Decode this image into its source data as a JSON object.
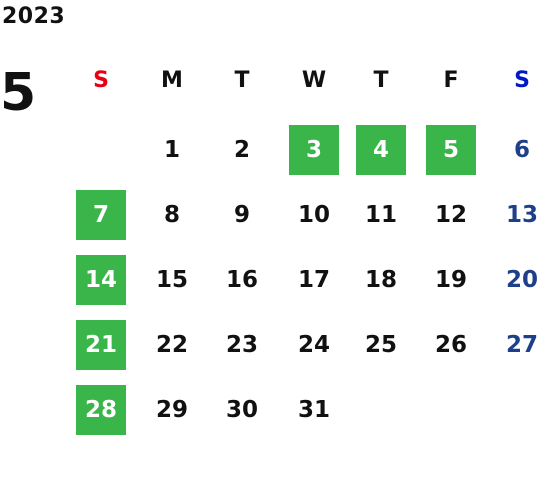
{
  "calendar": {
    "year": "2023",
    "month": "5",
    "weekdays": [
      {
        "label": "S",
        "color": "#e60012"
      },
      {
        "label": "M",
        "color": "#111111"
      },
      {
        "label": "T",
        "color": "#111111"
      },
      {
        "label": "W",
        "color": "#111111"
      },
      {
        "label": "T",
        "color": "#111111"
      },
      {
        "label": "F",
        "color": "#111111"
      },
      {
        "label": "S",
        "color": "#0018c8"
      }
    ],
    "first_weekday_index": 1,
    "days_in_month": 31,
    "holidays": [
      3,
      4,
      5,
      7,
      14,
      21,
      28
    ],
    "colors": {
      "holiday_bg": "#3ab54a",
      "holiday_text": "#ffffff",
      "saturday_text": "#1e3f8c",
      "default_text": "#111111"
    }
  }
}
